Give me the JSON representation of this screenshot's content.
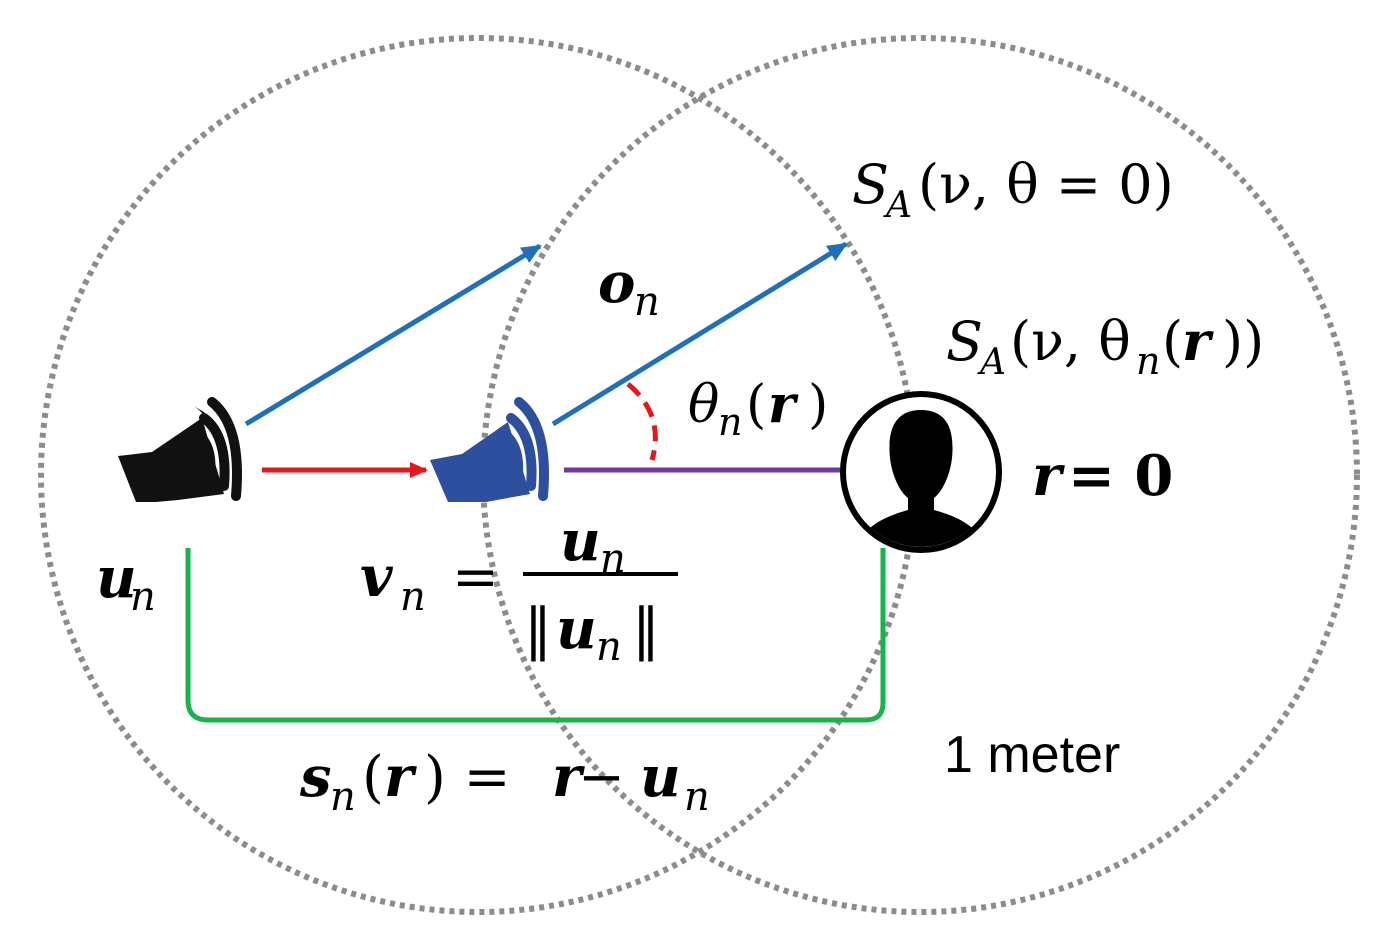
{
  "labels": {
    "u_sym": "u",
    "n_sub": "n",
    "v_sym": "v",
    "equals": "=",
    "frac_num": "u",
    "frac_den_open": "‖",
    "frac_den_sym": "u",
    "frac_den_close": "‖",
    "o_sym": "o",
    "theta_sym": "θ",
    "theta_paren_open": "(",
    "theta_r": "r",
    "theta_paren_close": ")",
    "sa1_s": "S",
    "sa1_sub": "A",
    "sa1_rest": "(ν, θ = 0)",
    "sa2_s": "S",
    "sa2_sub": "A",
    "sa2_open": "(ν, θ",
    "sa2_sub_n": "n",
    "sa2_mid": "(",
    "sa2_r": "r",
    "sa2_close": "))",
    "r_eq_r": "r",
    "r_eq_rest": " = 0",
    "s_sym": "s",
    "s_eq_open": "(",
    "s_eq_r": "r",
    "s_eq_mid": ") = ",
    "s_eq_r2": "r",
    "s_eq_minus": " − ",
    "s_eq_u": "u",
    "meter": "1 meter"
  },
  "colors": {
    "blue_arrow": "#1f6fba",
    "red_arrow": "#e8161b",
    "purple_arrow": "#6c3aa0",
    "green_bracket": "#19b24b",
    "circle_dots": "#8c8c8c",
    "speaker_black": "#111111",
    "speaker_blue": "#2e4f9e",
    "angle_arc": "#e8161b"
  },
  "icons": {
    "speaker_original": "speaker-icon",
    "speaker_normalized": "speaker-icon",
    "listener": "person-icon"
  }
}
